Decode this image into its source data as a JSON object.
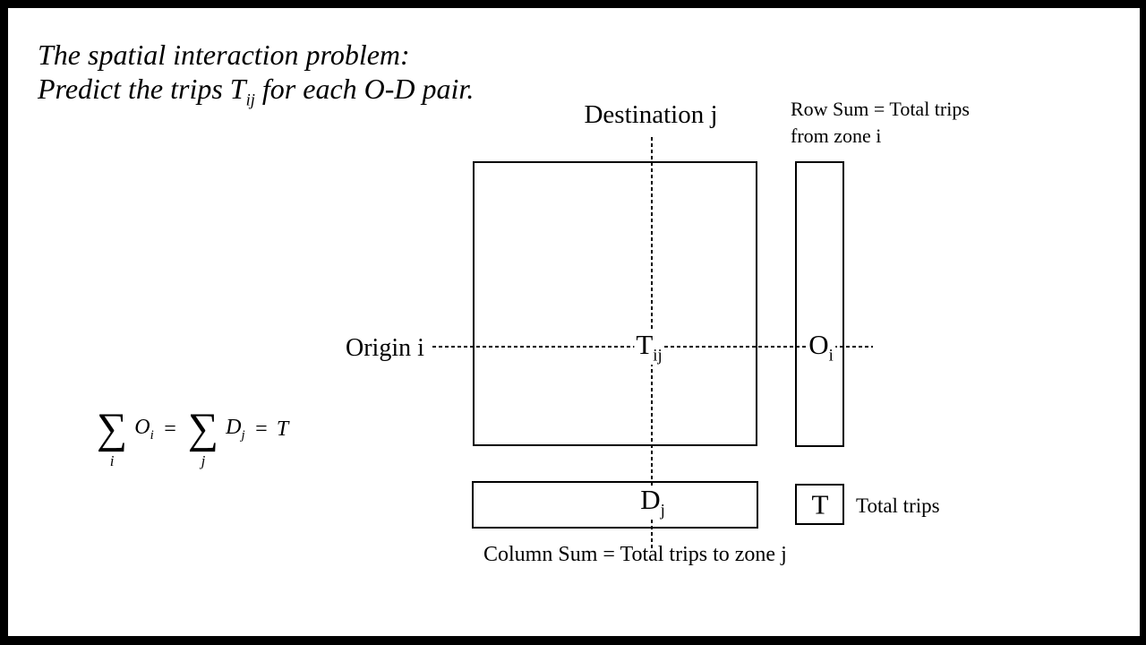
{
  "colors": {
    "ink": "#000000",
    "background": "#ffffff"
  },
  "slide": {
    "title_line1": "The spatial interaction problem:",
    "title_line2_prefix": "Predict the trips T",
    "title_line2_sub": "ij",
    "title_line2_suffix": " for each O-D pair."
  },
  "diagram": {
    "destination_label": "Destination j",
    "origin_label": "Origin i",
    "matrix_cell": {
      "base": "T",
      "sub": "ij"
    },
    "row_sum_cell": {
      "base": "O",
      "sub": "i"
    },
    "col_sum_cell": {
      "base": "D",
      "sub": "j"
    },
    "total_cell": "T",
    "row_sum_note": {
      "line1": "Row Sum = Total trips",
      "line2": "from zone i"
    },
    "col_sum_note": "Column Sum = Total trips to zone j",
    "total_note": "Total trips"
  },
  "formula": {
    "sigma1": {
      "symbol": "∑",
      "sub": "i"
    },
    "term1": {
      "base": "O",
      "sub": "i"
    },
    "eq1": "=",
    "sigma2": {
      "symbol": "∑",
      "sub": "j"
    },
    "term2": {
      "base": "D",
      "sub": "j"
    },
    "eq2": "=",
    "total": "T"
  }
}
